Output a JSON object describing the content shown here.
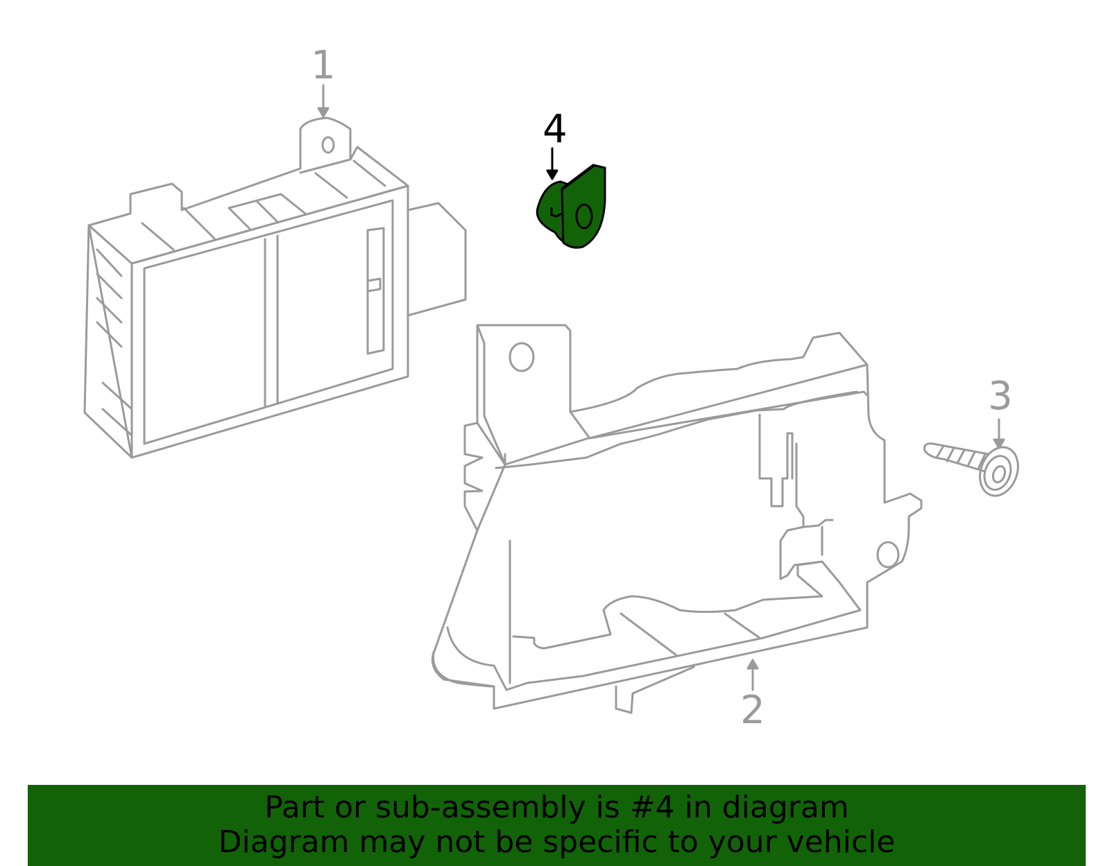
{
  "diagram": {
    "callouts": [
      {
        "id": "1",
        "label": "1"
      },
      {
        "id": "2",
        "label": "2"
      },
      {
        "id": "3",
        "label": "3"
      },
      {
        "id": "4",
        "label": "4"
      }
    ],
    "parts": [
      {
        "callout": "1",
        "icon": "control-module-icon",
        "highlighted": false
      },
      {
        "callout": "2",
        "icon": "mounting-bracket-icon",
        "highlighted": false
      },
      {
        "callout": "3",
        "icon": "bolt-icon",
        "highlighted": false
      },
      {
        "callout": "4",
        "icon": "sensor-clip-icon",
        "highlighted": true
      }
    ]
  },
  "banner": {
    "line1": "Part or sub-assembly is #4 in diagram",
    "line2": "Diagram may not be specific to your vehicle"
  },
  "colors": {
    "line_gray": "#9a9a9a",
    "highlight_green": "#126308",
    "banner_green": "#126308",
    "text_black": "#000000"
  }
}
